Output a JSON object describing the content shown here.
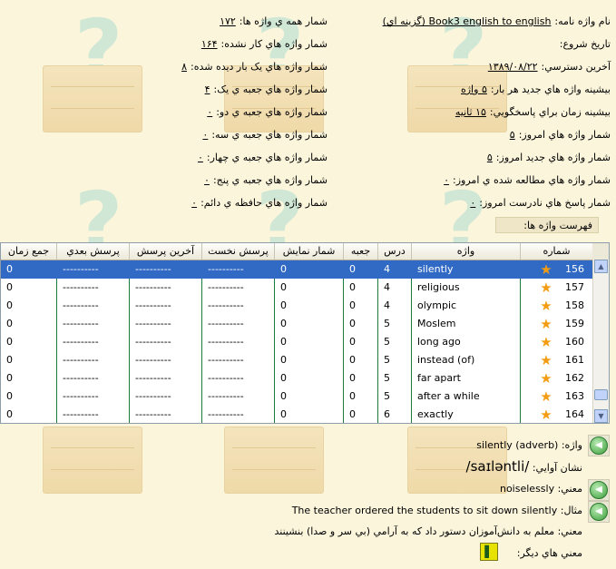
{
  "info_right": [
    {
      "label": "نام واژه نامه:",
      "value": "Book3 english to english (گزينه اي)"
    },
    {
      "label": "تاريخ شروع:",
      "value": ""
    },
    {
      "label": "آخرين دسترسي:",
      "value": "۱۳۸۹/۰۸/۲۲"
    },
    {
      "label": "بيشينه واژه هاي جديد هر بار:",
      "value": "۵ واژه"
    },
    {
      "label": "بيشينه زمان براي پاسخگويي:",
      "value": "۱۵ ثانيه"
    },
    {
      "label": "شمار واژه هاي امروز:",
      "value": "۵"
    },
    {
      "label": "شمار واژه هاي جديد امروز:",
      "value": "۵"
    },
    {
      "label": "شمار واژه هاي مطالعه شده ي امروز:",
      "value": "۰"
    },
    {
      "label": "شمار پاسخ هاي نادرست امروز:",
      "value": "۰"
    }
  ],
  "info_left": [
    {
      "label": "شمار همه ي واژه ها:",
      "value": "۱۷۲"
    },
    {
      "label": "شمار واژه هاي کار نشده:",
      "value": "۱۶۴"
    },
    {
      "label": "شمار واژه هاي يک بار ديده شده:",
      "value": "۸"
    },
    {
      "label": "شمار واژه هاي جعبه ي يک:",
      "value": "۴"
    },
    {
      "label": "شمار واژه هاي جعبه ي دو:",
      "value": "۰"
    },
    {
      "label": "شمار واژه هاي جعبه ي سه:",
      "value": "۰"
    },
    {
      "label": "شمار واژه هاي جعبه ي چهار:",
      "value": "۰"
    },
    {
      "label": "شمار واژه هاي جعبه ي پنج:",
      "value": "۰"
    },
    {
      "label": "شمار واژه هاي حافظه ي دائم:",
      "value": "۰"
    }
  ],
  "word_list_label": "فهرست واژه ها:",
  "grid": {
    "columns": [
      "جمع زمان",
      "پرسش بعدي",
      "آخرين پرسش",
      "پرسش نخست",
      "شمار نمايش",
      "جعبه",
      "درس",
      "واژه",
      "شماره"
    ],
    "rows": [
      {
        "total": "0",
        "next": "----------",
        "last": "----------",
        "first": "----------",
        "shown": "0",
        "box": "0",
        "lesson": "4",
        "word": "silently",
        "number": "156",
        "selected": true
      },
      {
        "total": "0",
        "next": "----------",
        "last": "----------",
        "first": "----------",
        "shown": "0",
        "box": "0",
        "lesson": "4",
        "word": "religious",
        "number": "157",
        "selected": false
      },
      {
        "total": "0",
        "next": "----------",
        "last": "----------",
        "first": "----------",
        "shown": "0",
        "box": "0",
        "lesson": "4",
        "word": "olympic",
        "number": "158",
        "selected": false
      },
      {
        "total": "0",
        "next": "----------",
        "last": "----------",
        "first": "----------",
        "shown": "0",
        "box": "0",
        "lesson": "5",
        "word": "Moslem",
        "number": "159",
        "selected": false
      },
      {
        "total": "0",
        "next": "----------",
        "last": "----------",
        "first": "----------",
        "shown": "0",
        "box": "0",
        "lesson": "5",
        "word": "long ago",
        "number": "160",
        "selected": false
      },
      {
        "total": "0",
        "next": "----------",
        "last": "----------",
        "first": "----------",
        "shown": "0",
        "box": "0",
        "lesson": "5",
        "word": "instead (of)",
        "number": "161",
        "selected": false
      },
      {
        "total": "0",
        "next": "----------",
        "last": "----------",
        "first": "----------",
        "shown": "0",
        "box": "0",
        "lesson": "5",
        "word": "far apart",
        "number": "162",
        "selected": false
      },
      {
        "total": "0",
        "next": "----------",
        "last": "----------",
        "first": "----------",
        "shown": "0",
        "box": "0",
        "lesson": "5",
        "word": "after a while",
        "number": "163",
        "selected": false
      },
      {
        "total": "0",
        "next": "----------",
        "last": "----------",
        "first": "----------",
        "shown": "0",
        "box": "0",
        "lesson": "6",
        "word": "exactly",
        "number": "164",
        "selected": false
      }
    ]
  },
  "detail": {
    "word_label": "واژه:",
    "word_value": "silently  (adverb)",
    "phonetic_label": "نشان آوايي:",
    "phonetic_value": "/saɪlәntli/",
    "meaning_label": "معني:",
    "meaning_value": "noiselessly",
    "example_label": "مثال:",
    "example_value": "The teacher ordered the  students to sit down silently",
    "meaning_fa_label": "معني:",
    "meaning_fa_value": "معلم به دانش‌آموزان دستور داد که به آرامي (بي سر و صدا) بنشينند",
    "other_meanings_label": "معني هاي ديگر:"
  },
  "icons": {
    "row_icon": "star-icon",
    "sound_icon": "speaker-icon",
    "book_icon": "dictionary-icon"
  },
  "colors": {
    "selection": "#316ac5",
    "background": "#fbf5dc",
    "star": "#f39c12"
  }
}
